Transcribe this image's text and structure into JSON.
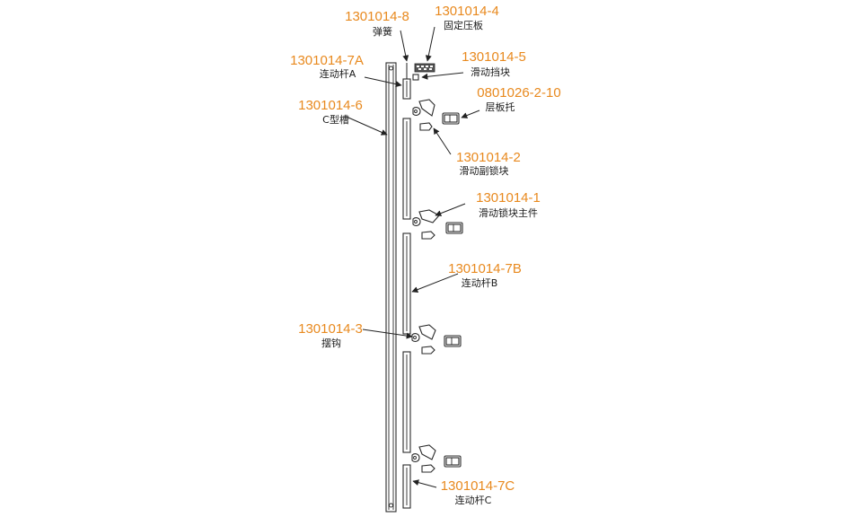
{
  "colors": {
    "code": "#e8891e",
    "name": "#1a1a1a",
    "line": "#222222",
    "background": "#ffffff"
  },
  "labels": [
    {
      "id": "spring",
      "code": "1301014-8",
      "name": "弹簧"
    },
    {
      "id": "fixed-plate",
      "code": "1301014-4",
      "name": "固定压板"
    },
    {
      "id": "link-rod-a",
      "code": "1301014-7A",
      "name": "连动杆A"
    },
    {
      "id": "slide-stop",
      "code": "1301014-5",
      "name": "滑动挡块"
    },
    {
      "id": "c-channel",
      "code": "1301014-6",
      "name": "C型槽"
    },
    {
      "id": "shelf-bracket",
      "code": "0801026-2-10",
      "name": "层板托"
    },
    {
      "id": "slide-sub-lock",
      "code": "1301014-2",
      "name": "滑动副锁块"
    },
    {
      "id": "slide-lock-main",
      "code": "1301014-1",
      "name": "滑动锁块主件"
    },
    {
      "id": "link-rod-b",
      "code": "1301014-7B",
      "name": "连动杆B"
    },
    {
      "id": "swing-hook",
      "code": "1301014-3",
      "name": "摆钩"
    },
    {
      "id": "link-rod-c",
      "code": "1301014-7C",
      "name": "连动杆C"
    }
  ]
}
